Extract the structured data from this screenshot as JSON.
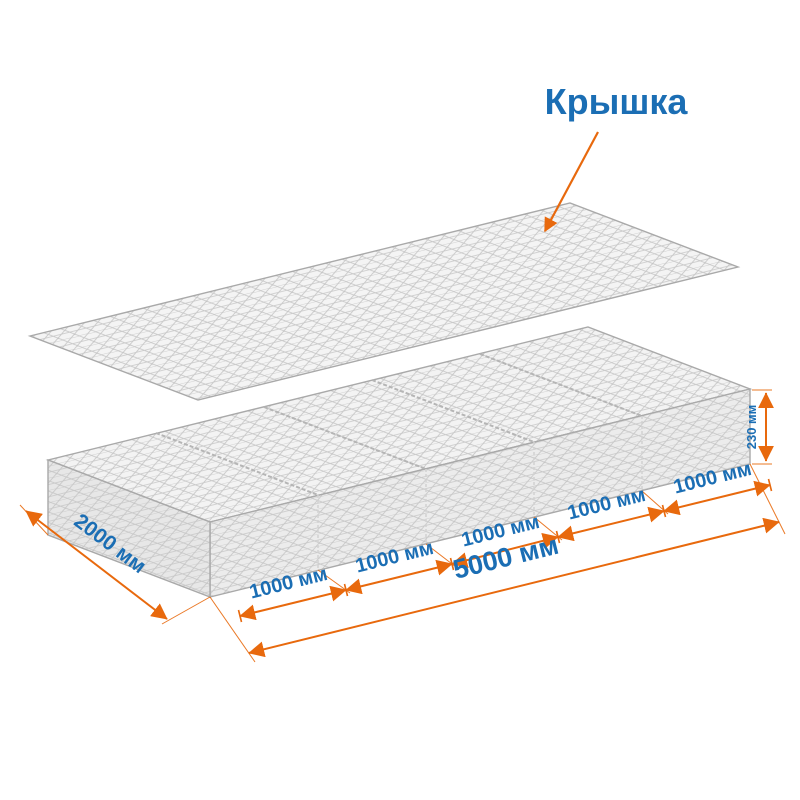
{
  "title": {
    "lid_label": "Крышка"
  },
  "dimensions": {
    "width": "2000 мм",
    "height": "230 мм",
    "total_length": "5000 мм",
    "segments": [
      "1000 мм",
      "1000 мм",
      "1000 мм",
      "1000 мм",
      "1000 мм"
    ]
  },
  "colors": {
    "accent_orange": "#e8690d",
    "accent_blue": "#1b6eb4",
    "mesh_gray": "#c6c6c6",
    "background": "#ffffff"
  }
}
